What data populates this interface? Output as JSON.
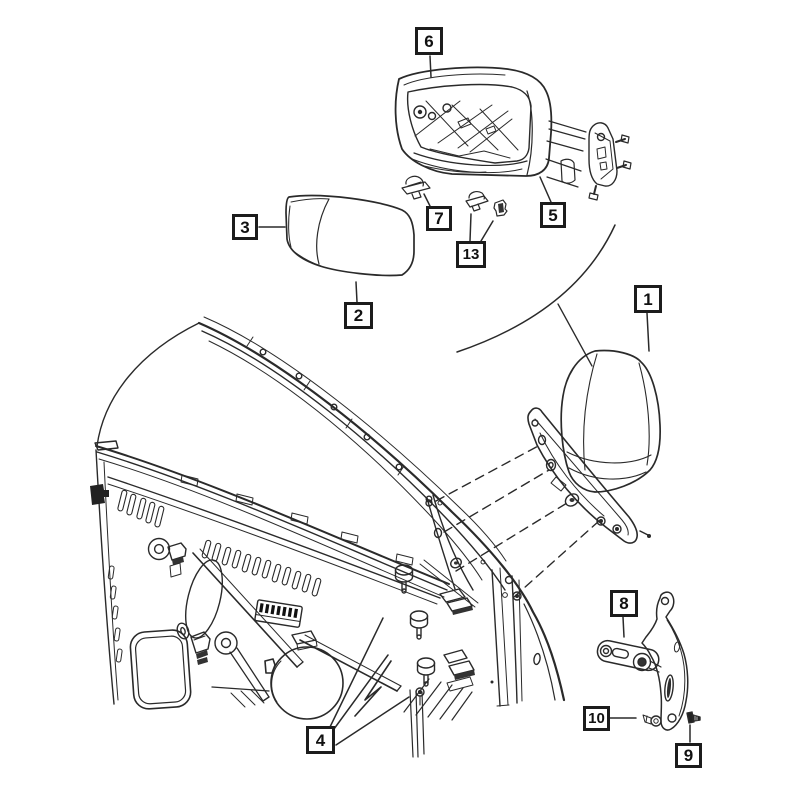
{
  "figure": {
    "type": "exploded-parts-diagram",
    "background": "#ffffff",
    "ink": "#2a2a2a"
  },
  "callouts": [
    {
      "id": "callout-1",
      "label": "1"
    },
    {
      "id": "callout-2",
      "label": "2"
    },
    {
      "id": "callout-3",
      "label": "3"
    },
    {
      "id": "callout-4",
      "label": "4"
    },
    {
      "id": "callout-5",
      "label": "5"
    },
    {
      "id": "callout-6",
      "label": "6"
    },
    {
      "id": "callout-7",
      "label": "7"
    },
    {
      "id": "callout-8",
      "label": "8"
    },
    {
      "id": "callout-9",
      "label": "9"
    },
    {
      "id": "callout-10",
      "label": "10"
    },
    {
      "id": "callout-13",
      "label": "13"
    }
  ]
}
